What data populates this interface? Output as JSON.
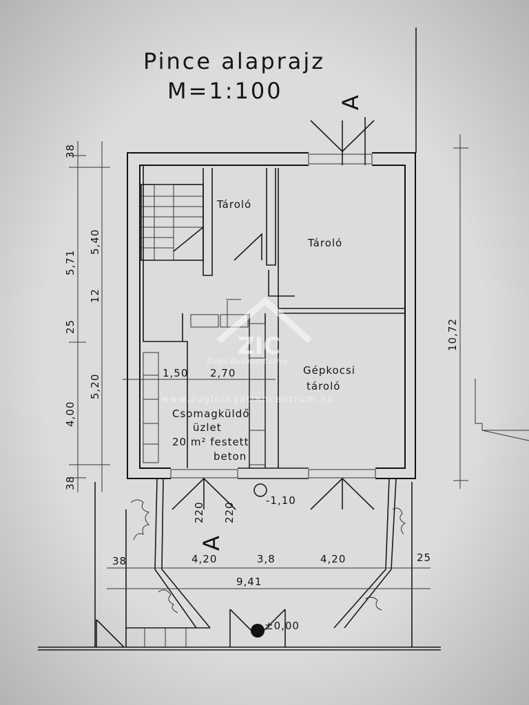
{
  "title": "Pince alaprajz",
  "scale": "M=1:100",
  "rooms": {
    "storage_small": "Tároló",
    "storage_large": "Tároló",
    "garage_line1": "Gépkocsi",
    "garage_line2": "tároló",
    "shop_line1": "Csomagküldő",
    "shop_line2": "üzlet",
    "shop_line3": "20 m² festett",
    "shop_line4": "beton"
  },
  "dimensions": {
    "left_outer": [
      "38",
      "5,71",
      "25",
      "4,00",
      "38"
    ],
    "left_inner": [
      "5,40",
      "12",
      "5,20"
    ],
    "right_total": "10,72",
    "interior": [
      "1,50",
      "2,70"
    ],
    "bottom_segments": [
      "38",
      "4,20",
      "3,8",
      "4,20",
      "25"
    ],
    "bottom_total": "9,41",
    "door_heights": [
      "220",
      "220"
    ]
  },
  "levels": {
    "basement": "-1,10",
    "ground": "±0,00"
  },
  "section_marks": [
    "A",
    "A"
  ],
  "watermark": {
    "logo": "ZIC",
    "tagline": "Zugló Budapest szíve",
    "url": "www.zugloingatlancentrum.hu"
  }
}
